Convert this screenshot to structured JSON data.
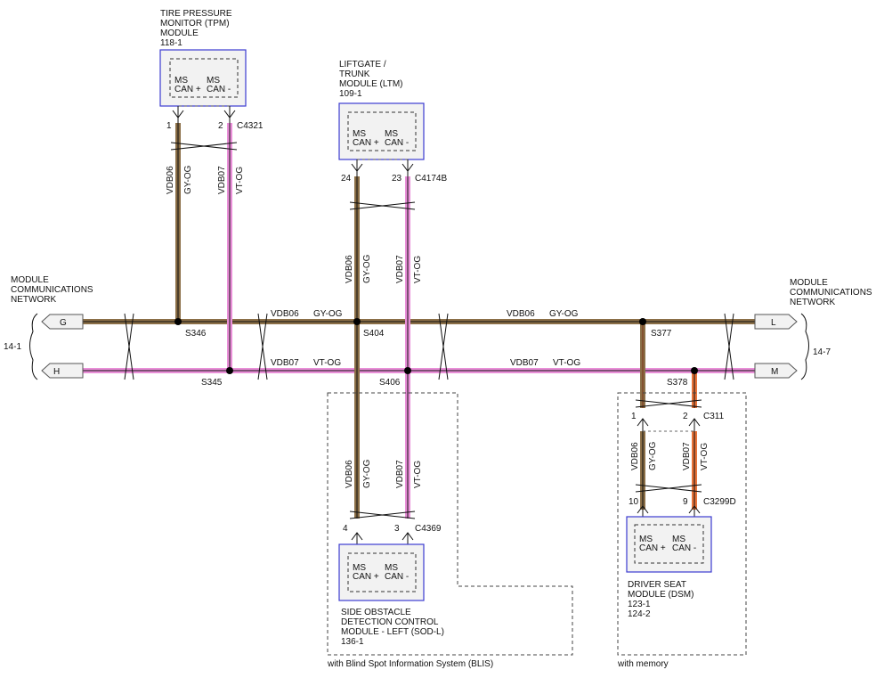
{
  "modules": {
    "tpm": {
      "title": [
        "TIRE PRESSURE",
        "MONITOR (TPM)",
        "MODULE",
        "118-1"
      ],
      "pin_plus": [
        "MS",
        "CAN +"
      ],
      "pin_minus": [
        "MS",
        "CAN -"
      ]
    },
    "ltm": {
      "title": [
        "LIFTGATE /",
        "TRUNK",
        "MODULE (LTM)",
        "109-1"
      ],
      "pin_plus": [
        "MS",
        "CAN +"
      ],
      "pin_minus": [
        "MS",
        "CAN -"
      ]
    },
    "sod": {
      "title": [
        "SIDE OBSTACLE",
        "DETECTION CONTROL",
        "MODULE - LEFT (SOD-L)",
        "136-1"
      ],
      "pin_plus": [
        "MS",
        "CAN +"
      ],
      "pin_minus": [
        "MS",
        "CAN -"
      ]
    },
    "dsm": {
      "title": [
        "DRIVER SEAT",
        "MODULE (DSM)",
        "123-1",
        "124-2"
      ],
      "pin_plus": [
        "MS",
        "CAN +"
      ],
      "pin_minus": [
        "MS",
        "CAN -"
      ]
    }
  },
  "network": {
    "left_title": [
      "MODULE",
      "COMMUNICATIONS",
      "NETWORK"
    ],
    "right_title": [
      "MODULE",
      "COMMUNICATIONS",
      "NETWORK"
    ],
    "left_ref": "14-1",
    "right_ref": "14-7",
    "connectors": {
      "g": "G",
      "h": "H",
      "l": "L",
      "m": "M"
    }
  },
  "wires": {
    "gy_circuit": "VDB06",
    "gy_color": "GY-OG",
    "vt_circuit": "VDB07",
    "vt_color": "VT-OG"
  },
  "splices": {
    "s346": "S346",
    "s345": "S345",
    "s404": "S404",
    "s406": "S406",
    "s377": "S377",
    "s378": "S378"
  },
  "connectors": {
    "c4321": "C4321",
    "c4174b": "C4174B",
    "c4369": "C4369",
    "c311": "C311",
    "c3299d": "C3299D"
  },
  "pins": {
    "tpm_plus": "1",
    "tpm_minus": "2",
    "ltm_plus": "24",
    "ltm_minus": "23",
    "sod_plus": "4",
    "sod_minus": "3",
    "c311_plus": "1",
    "c311_minus": "2",
    "dsm_plus": "10",
    "dsm_minus": "9"
  },
  "options": {
    "blis": "with Blind Spot Information System (BLIS)",
    "memory": "with memory"
  },
  "colors": {
    "gy_og": "#8b6f47",
    "vt_og": "#e98fd8",
    "orange": "#e8743a",
    "module_border": "#3b3bd0",
    "module_fill": "#f2f2f2"
  }
}
